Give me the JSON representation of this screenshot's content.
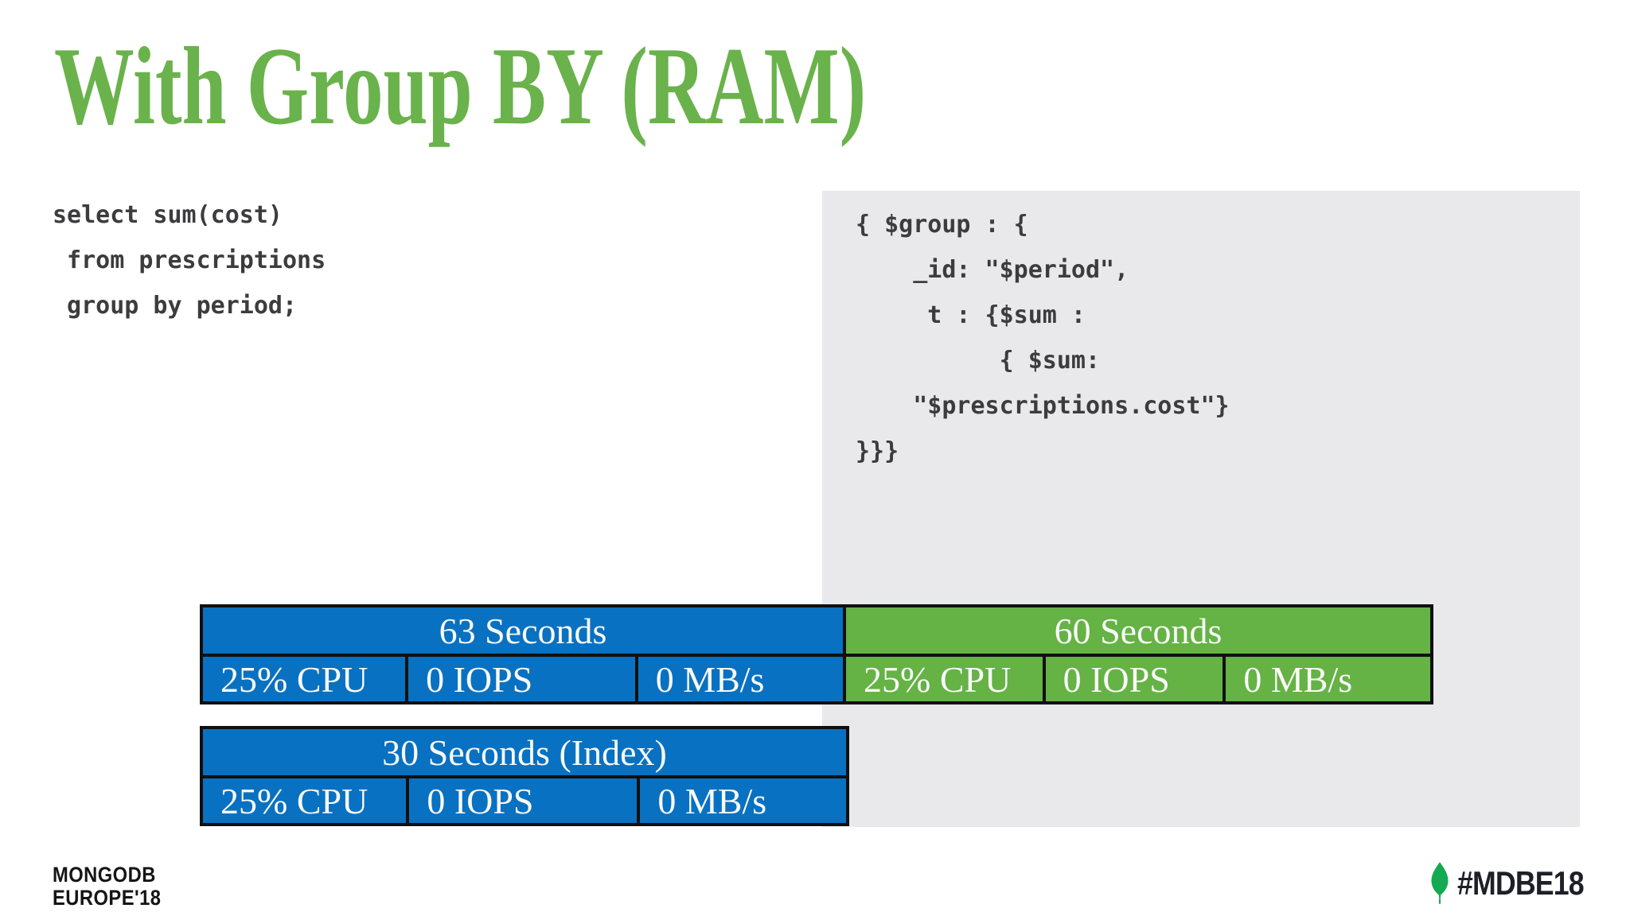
{
  "slide": {
    "title": "With Group BY (RAM)"
  },
  "sql_code": {
    "lines": [
      "select sum(cost)",
      " from prescriptions",
      " group by period;"
    ]
  },
  "mql_code": {
    "lines": [
      "{ $group : {",
      "    _id: \"$period\",",
      "     t : {$sum :",
      "          { $sum:",
      "    \"$prescriptions.cost\"}",
      "}}}"
    ]
  },
  "benchmarks": [
    {
      "duration": "63 Seconds",
      "metrics": [
        "25% CPU",
        "0 IOPS",
        "0 MB/s"
      ],
      "style": "blue"
    },
    {
      "duration": "60 Seconds",
      "metrics": [
        "25% CPU",
        "0 IOPS",
        "0 MB/s"
      ],
      "style": "green"
    },
    {
      "duration": "30 Seconds (Index)",
      "metrics": [
        "25% CPU",
        "0 IOPS",
        "0 MB/s"
      ],
      "style": "blue"
    }
  ],
  "footer": {
    "logo_line1": "MONGODB",
    "logo_line2": "EUROPE'18",
    "hashtag": "#MDBE18",
    "leaf_icon": "mongodb-leaf-icon"
  },
  "colors": {
    "title-green": "#6ab24b",
    "table-green": "#65b245",
    "table-blue": "#0971c1",
    "panel-gray": "#e9e8ea",
    "code-text": "#3c3c3e",
    "border-black": "#101010",
    "leaf-green": "#13aa52",
    "footer-text": "#1d2026",
    "table-text": "#fafafa"
  }
}
